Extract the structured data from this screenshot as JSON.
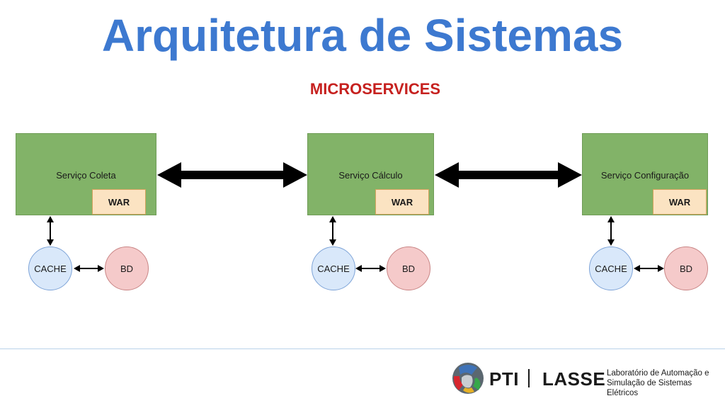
{
  "slide": {
    "title": "Arquitetura de Sistemas",
    "subtitle": "MICROSERVICES"
  },
  "services": [
    {
      "name": "Serviço Coleta",
      "artifact": "WAR",
      "cache": "CACHE",
      "db": "BD"
    },
    {
      "name": "Serviço Cálculo",
      "artifact": "WAR",
      "cache": "CACHE",
      "db": "BD"
    },
    {
      "name": "Serviço Configuração",
      "artifact": "WAR",
      "cache": "CACHE",
      "db": "BD"
    }
  ],
  "colors": {
    "title": "#3d79d0",
    "subtitle": "#c6211f",
    "service_fill": "#82b368",
    "war_fill": "#fbe3c2",
    "cache_fill": "#d9e8fa",
    "db_fill": "#f5caca"
  },
  "footer": {
    "logo_pti": "PTI",
    "logo_lasse": "LASSE",
    "lab_line1": "Laboratório de Automação e",
    "lab_line2": "Simulação de Sistemas Elétricos"
  }
}
